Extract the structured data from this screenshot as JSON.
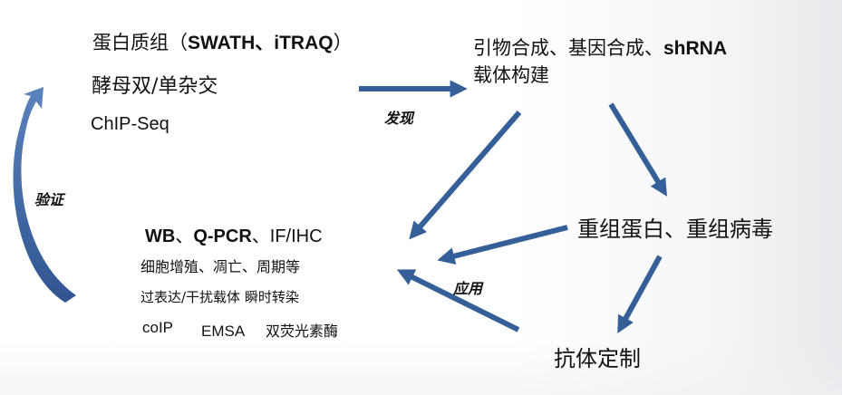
{
  "colors": {
    "arrow": "#355f98",
    "text": "#111111"
  },
  "left_panel": {
    "proteomics_prefix": "蛋白质组（",
    "proteomics_methods": "SWATH、iTRAQ",
    "proteomics_suffix": "）",
    "yeast_hybrid": "酵母双/单杂交",
    "chip_seq": "ChIP-Seq"
  },
  "top_right": {
    "line1_prefix": "引物合成、基因合成、",
    "line1_shrna": "shRNA",
    "line2": "载体构建"
  },
  "middle_right": {
    "label": "重组蛋白、重组病毒"
  },
  "bottom_right": {
    "label": "抗体定制"
  },
  "validation_block": {
    "wb": "WB",
    "sep1": "、",
    "qpcr": "Q-PCR",
    "rest": "、IF/IHC",
    "line2": "细胞增殖、凋亡、周期等",
    "line3": "过表达/干扰载体 瞬时转染",
    "coip": "coIP",
    "emsa": "EMSA",
    "luciferase": "双荧光素酶"
  },
  "arrow_labels": {
    "discover": "发现",
    "apply": "应用",
    "verify": "验证"
  }
}
